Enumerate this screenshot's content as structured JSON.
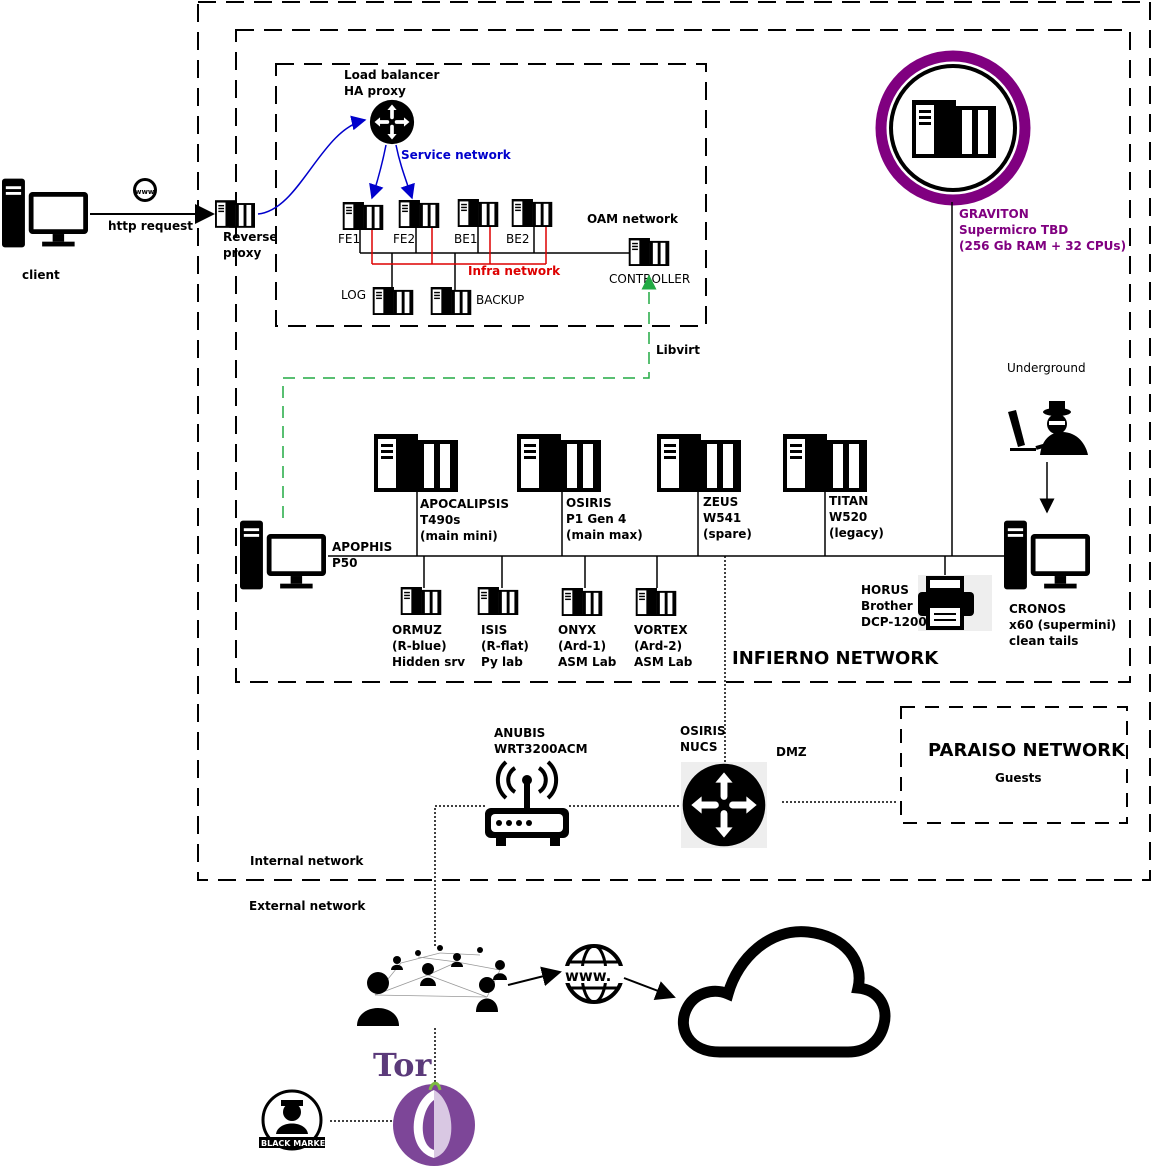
{
  "client": {
    "label": "client"
  },
  "http_request": {
    "label": "http request"
  },
  "reverse_proxy": {
    "line1": "Reverse",
    "line2": "proxy"
  },
  "load_balancer": {
    "line1": "Load balancer",
    "line2": "HA proxy"
  },
  "service_network": {
    "label": "Service network"
  },
  "oam_network": {
    "label": "OAM network"
  },
  "infra_network": {
    "label": "Infra network"
  },
  "libvirt": {
    "label": "Libvirt"
  },
  "frontends": [
    {
      "label": "FE1"
    },
    {
      "label": "FE2"
    }
  ],
  "backends": [
    {
      "label": "BE1"
    },
    {
      "label": "BE2"
    }
  ],
  "log": {
    "label": "LOG"
  },
  "backup": {
    "label": "BACKUP"
  },
  "controller": {
    "label": "CONTROLLER"
  },
  "graviton": {
    "line1": "GRAVITON",
    "line2": "Supermicro TBD",
    "line3": "(256 Gb RAM + 32 CPUs)"
  },
  "underground": {
    "label": "Underground"
  },
  "apophis": {
    "line1": "APOPHIS",
    "line2": "P50"
  },
  "big_servers": [
    {
      "line1": "APOCALIPSIS",
      "line2": "T490s",
      "line3": "(main mini)"
    },
    {
      "line1": "OSIRIS",
      "line2": "P1 Gen 4",
      "line3": "(main max)"
    },
    {
      "line1": "ZEUS",
      "line2": "W541",
      "line3": "(spare)"
    },
    {
      "line1": "TITAN",
      "line2": "W520",
      "line3": "(legacy)"
    }
  ],
  "small_servers": [
    {
      "line1": "ORMUZ",
      "line2": "(R-blue)",
      "line3": "Hidden srv"
    },
    {
      "line1": "ISIS",
      "line2": "(R-flat)",
      "line3": "Py lab"
    },
    {
      "line1": "ONYX",
      "line2": "(Ard-1)",
      "line3": "ASM Lab"
    },
    {
      "line1": "VORTEX",
      "line2": "(Ard-2)",
      "line3": "ASM Lab"
    }
  ],
  "horus": {
    "line1": "HORUS",
    "line2": "Brother",
    "line3": "DCP-1200"
  },
  "cronos": {
    "line1": "CRONOS",
    "line2": "x60 (supermini)",
    "line3": "clean tails"
  },
  "infierno_network": {
    "label": "INFIERNO NETWORK"
  },
  "anubis": {
    "line1": "ANUBIS",
    "line2": "WRT3200ACM"
  },
  "osiris_nucs": {
    "line1": "OSIRIS",
    "line2": "NUCS"
  },
  "dmz": {
    "label": "DMZ"
  },
  "paraiso_network": {
    "label": "PARAISO NETWORK",
    "sub": "Guests"
  },
  "internal_network": {
    "label": "Internal network"
  },
  "external_network": {
    "label": "External network"
  },
  "www": {
    "label": "www."
  },
  "tor_logo": {
    "label": "Tor"
  },
  "black_market": {
    "label": "BLACK MARKET"
  },
  "colors": {
    "service_network": "#0000cc",
    "infra_network": "#dd0000",
    "libvirt_link": "#22aa44",
    "graviton": "#800080"
  }
}
